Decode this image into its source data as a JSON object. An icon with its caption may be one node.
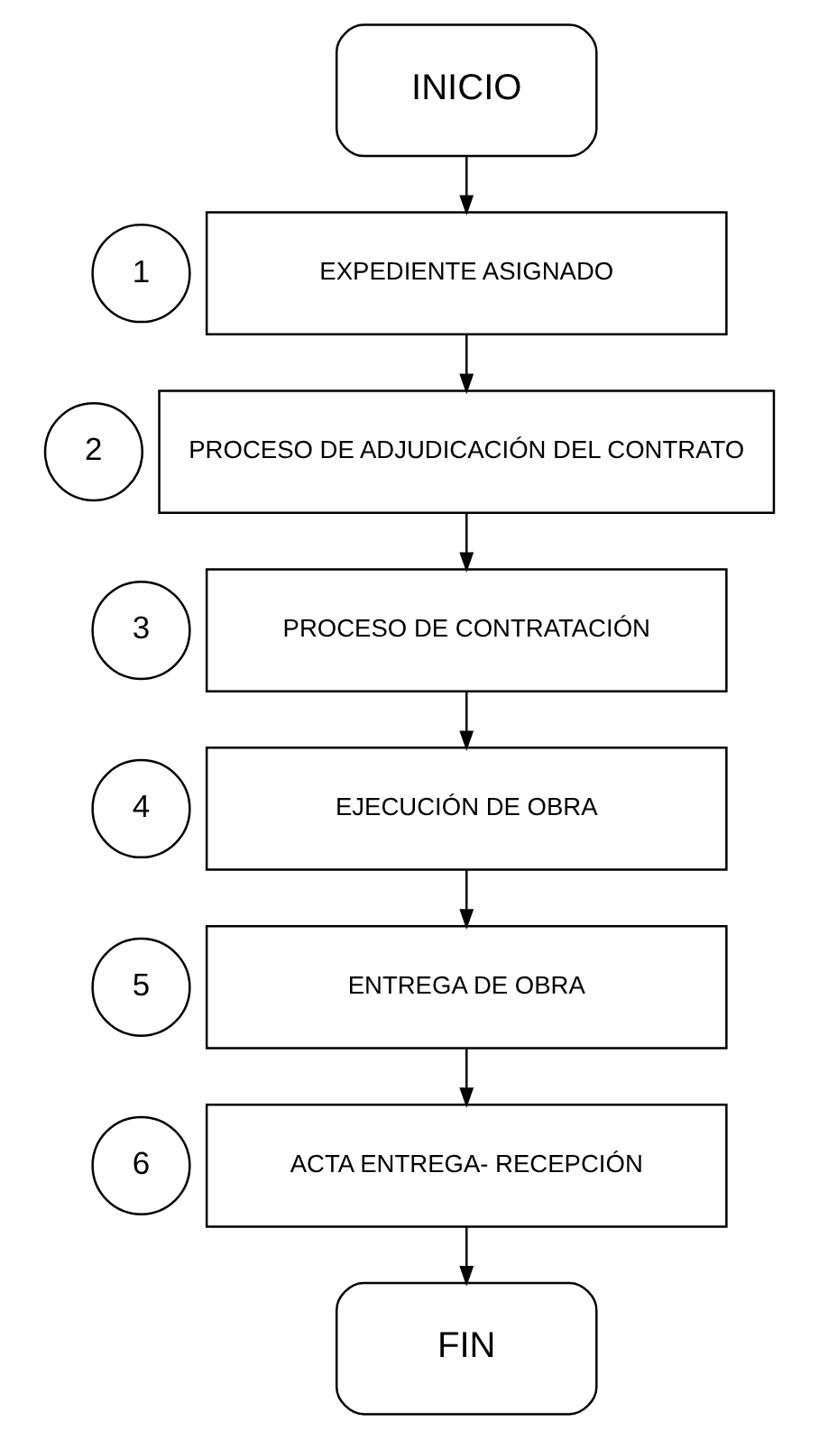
{
  "diagram": {
    "nodes": [
      {
        "text": [
          "INICIO"
        ]
      },
      {
        "text": [
          "1"
        ]
      },
      {
        "text": [
          "EXPEDIENTE ASIGNADO"
        ]
      },
      {
        "text": [
          "2"
        ]
      },
      {
        "text": [
          "PROCESO DE ADJUDICACIÓN DEL CONTRATO"
        ]
      },
      {
        "text": [
          "3"
        ]
      },
      {
        "text": [
          "PROCESO DE CONTRATACIÓN"
        ]
      },
      {
        "text": [
          "4"
        ]
      },
      {
        "text": [
          "EJECUCIÓN DE OBRA"
        ]
      },
      {
        "text": [
          "5"
        ]
      },
      {
        "text": [
          "ENTREGA DE OBRA"
        ]
      },
      {
        "text": [
          "6"
        ]
      },
      {
        "text": [
          "ACTA ENTREGA- RECEPCIÓN"
        ]
      },
      {
        "text": [
          "FIN"
        ]
      }
    ],
    "edges": [
      {
        "from": 0,
        "to": 2,
        "arrow": "to"
      },
      {
        "from": 2,
        "to": 4,
        "arrow": "to"
      },
      {
        "from": 4,
        "to": 6,
        "arrow": "to"
      },
      {
        "from": 6,
        "to": 8,
        "arrow": "to"
      },
      {
        "from": 8,
        "to": 10,
        "arrow": "to"
      },
      {
        "from": 10,
        "to": 12,
        "arrow": "to"
      },
      {
        "from": 12,
        "to": 13,
        "arrow": "to"
      }
    ]
  }
}
